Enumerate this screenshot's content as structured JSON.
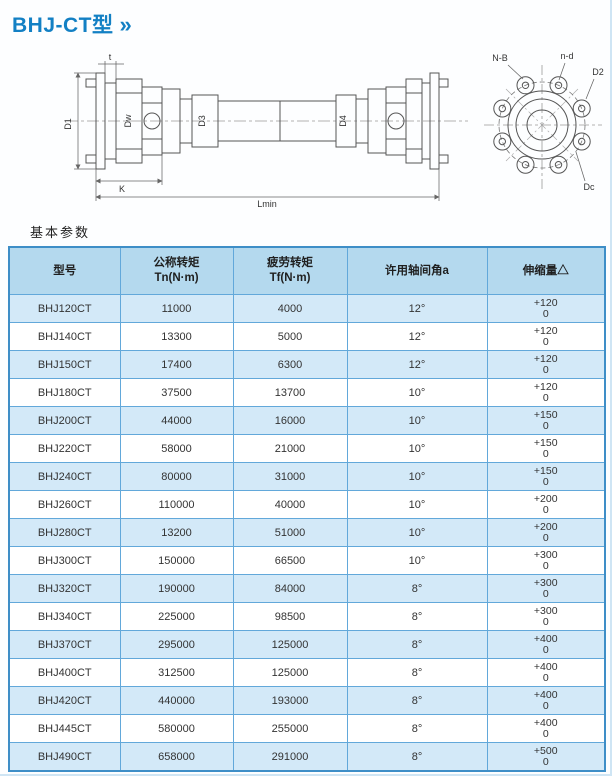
{
  "page": {
    "title": "BHJ-CT型",
    "title_arrows": "»",
    "section_label": "基本参数"
  },
  "drawing": {
    "side_labels": {
      "t": "t",
      "d1": "D1",
      "dw": "Dw",
      "d3": "D3",
      "d4": "D4",
      "k": "K",
      "lmin": "Lmin"
    },
    "end_labels": {
      "nb": "N-B",
      "nd": "n-d",
      "d2": "D2",
      "dc": "Dc"
    }
  },
  "table": {
    "headers": [
      {
        "line1": "型号",
        "line2": ""
      },
      {
        "line1": "公称转矩",
        "line2": "Tn(N·m)"
      },
      {
        "line1": "疲劳转矩",
        "line2": "Tf(N·m)"
      },
      {
        "line1": "许用轴间角a",
        "line2": ""
      },
      {
        "line1": "伸缩量△",
        "line2": ""
      }
    ],
    "rows": [
      {
        "model": "BHJ120CT",
        "tn": "11000",
        "tf": "4000",
        "angle": "12°",
        "ext1": "+120",
        "ext2": "0"
      },
      {
        "model": "BHJ140CT",
        "tn": "13300",
        "tf": "5000",
        "angle": "12°",
        "ext1": "+120",
        "ext2": "0"
      },
      {
        "model": "BHJ150CT",
        "tn": "17400",
        "tf": "6300",
        "angle": "12°",
        "ext1": "+120",
        "ext2": "0"
      },
      {
        "model": "BHJ180CT",
        "tn": "37500",
        "tf": "13700",
        "angle": "10°",
        "ext1": "+120",
        "ext2": "0"
      },
      {
        "model": "BHJ200CT",
        "tn": "44000",
        "tf": "16000",
        "angle": "10°",
        "ext1": "+150",
        "ext2": "0"
      },
      {
        "model": "BHJ220CT",
        "tn": "58000",
        "tf": "21000",
        "angle": "10°",
        "ext1": "+150",
        "ext2": "0"
      },
      {
        "model": "BHJ240CT",
        "tn": "80000",
        "tf": "31000",
        "angle": "10°",
        "ext1": "+150",
        "ext2": "0"
      },
      {
        "model": "BHJ260CT",
        "tn": "110000",
        "tf": "40000",
        "angle": "10°",
        "ext1": "+200",
        "ext2": "0"
      },
      {
        "model": "BHJ280CT",
        "tn": "13200",
        "tf": "51000",
        "angle": "10°",
        "ext1": "+200",
        "ext2": "0"
      },
      {
        "model": "BHJ300CT",
        "tn": "150000",
        "tf": "66500",
        "angle": "10°",
        "ext1": "+300",
        "ext2": "0"
      },
      {
        "model": "BHJ320CT",
        "tn": "190000",
        "tf": "84000",
        "angle": "8°",
        "ext1": "+300",
        "ext2": "0"
      },
      {
        "model": "BHJ340CT",
        "tn": "225000",
        "tf": "98500",
        "angle": "8°",
        "ext1": "+300",
        "ext2": "0"
      },
      {
        "model": "BHJ370CT",
        "tn": "295000",
        "tf": "125000",
        "angle": "8°",
        "ext1": "+400",
        "ext2": "0"
      },
      {
        "model": "BHJ400CT",
        "tn": "312500",
        "tf": "125000",
        "angle": "8°",
        "ext1": "+400",
        "ext2": "0"
      },
      {
        "model": "BHJ420CT",
        "tn": "440000",
        "tf": "193000",
        "angle": "8°",
        "ext1": "+400",
        "ext2": "0"
      },
      {
        "model": "BHJ445CT",
        "tn": "580000",
        "tf": "255000",
        "angle": "8°",
        "ext1": "+400",
        "ext2": "0"
      },
      {
        "model": "BHJ490CT",
        "tn": "658000",
        "tf": "291000",
        "angle": "8°",
        "ext1": "+500",
        "ext2": "0"
      }
    ]
  },
  "colors": {
    "title_blue": "#1380c4",
    "table_border": "#3e8ec7",
    "header_bg": "#b4d9ee",
    "alt_row_bg": "#d3e9f8"
  }
}
